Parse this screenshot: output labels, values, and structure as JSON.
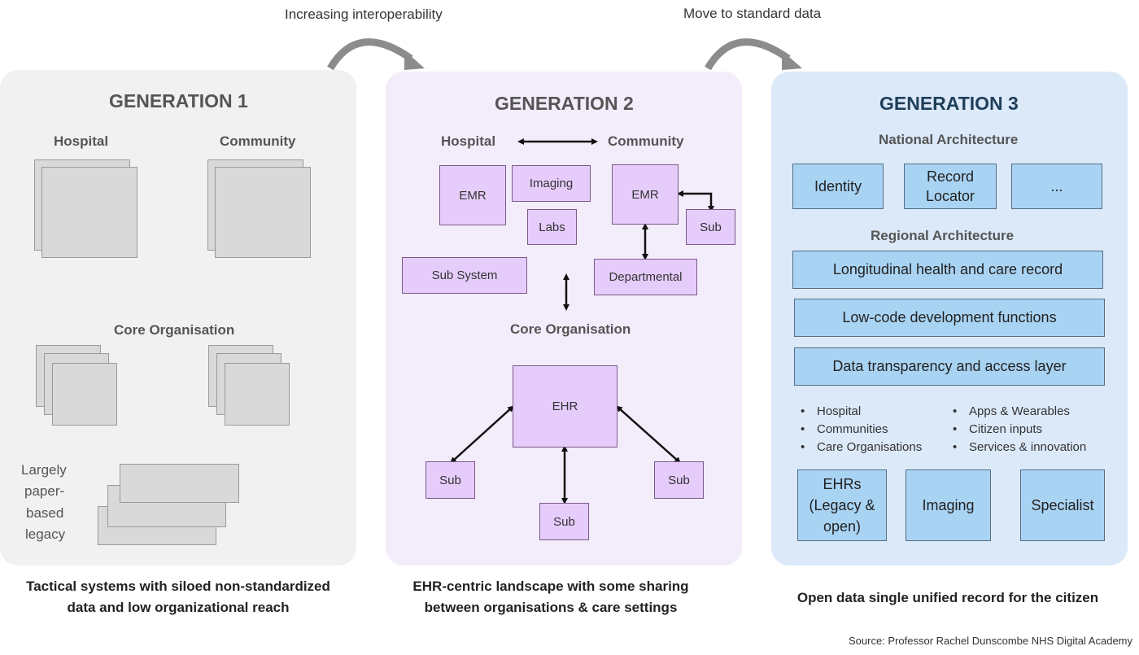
{
  "top_labels": {
    "left": "Increasing interoperability",
    "right": "Move to standard data"
  },
  "gen1": {
    "title": "GENERATION 1",
    "hospital": "Hospital",
    "community": "Community",
    "core": "Core Organisation",
    "legacy_lines": [
      "Largely",
      "paper-",
      "based",
      "legacy"
    ],
    "caption_lines": [
      "Tactical systems with siloed non-standardized",
      "data and low organizational reach"
    ]
  },
  "gen2": {
    "title": "GENERATION 2",
    "hospital": "Hospital",
    "community": "Community",
    "boxes": {
      "emr_hospital": "EMR",
      "imaging": "Imaging",
      "labs": "Labs",
      "emr_community": "EMR",
      "sub_community": "Sub",
      "sub_system": "Sub System",
      "departmental": "Departmental",
      "ehr": "EHR",
      "sub_left": "Sub",
      "sub_bottom": "Sub",
      "sub_right": "Sub"
    },
    "core": "Core Organisation",
    "caption_lines": [
      "EHR-centric landscape with some sharing",
      "between organisations & care settings"
    ]
  },
  "gen3": {
    "title": "GENERATION 3",
    "national": "National Architecture",
    "national_boxes": {
      "identity": "Identity",
      "record_locator_1": "Record",
      "record_locator_2": "Locator",
      "more": "..."
    },
    "regional": "Regional Architecture",
    "regional_boxes": {
      "longitudinal": "Longitudinal health and care record",
      "low_code": "Low-code development functions",
      "data_transparency": "Data transparency and access layer"
    },
    "bullets_left": [
      "Hospital",
      "Communities",
      "Care Organisations"
    ],
    "bullets_right": [
      "Apps & Wearables",
      "Citizen inputs",
      "Services & innovation"
    ],
    "bottom_boxes": {
      "ehrs_1": "EHRs",
      "ehrs_2": "(Legacy &",
      "ehrs_3": "open)",
      "imaging": "Imaging",
      "specialist": "Specialist"
    },
    "caption": "Open data single unified record for the citizen"
  },
  "source": "Source: Professor Rachel Dunscombe NHS Digital Academy",
  "colors": {
    "gen1_panel": "#f1f1f1",
    "gen2_panel": "#f3ecfb",
    "gen3_panel": "#dbe9f9",
    "gen2_box": "#e6ccfb",
    "gen3_box": "#a9d3f3",
    "gen1_box": "#d9d9d9"
  }
}
